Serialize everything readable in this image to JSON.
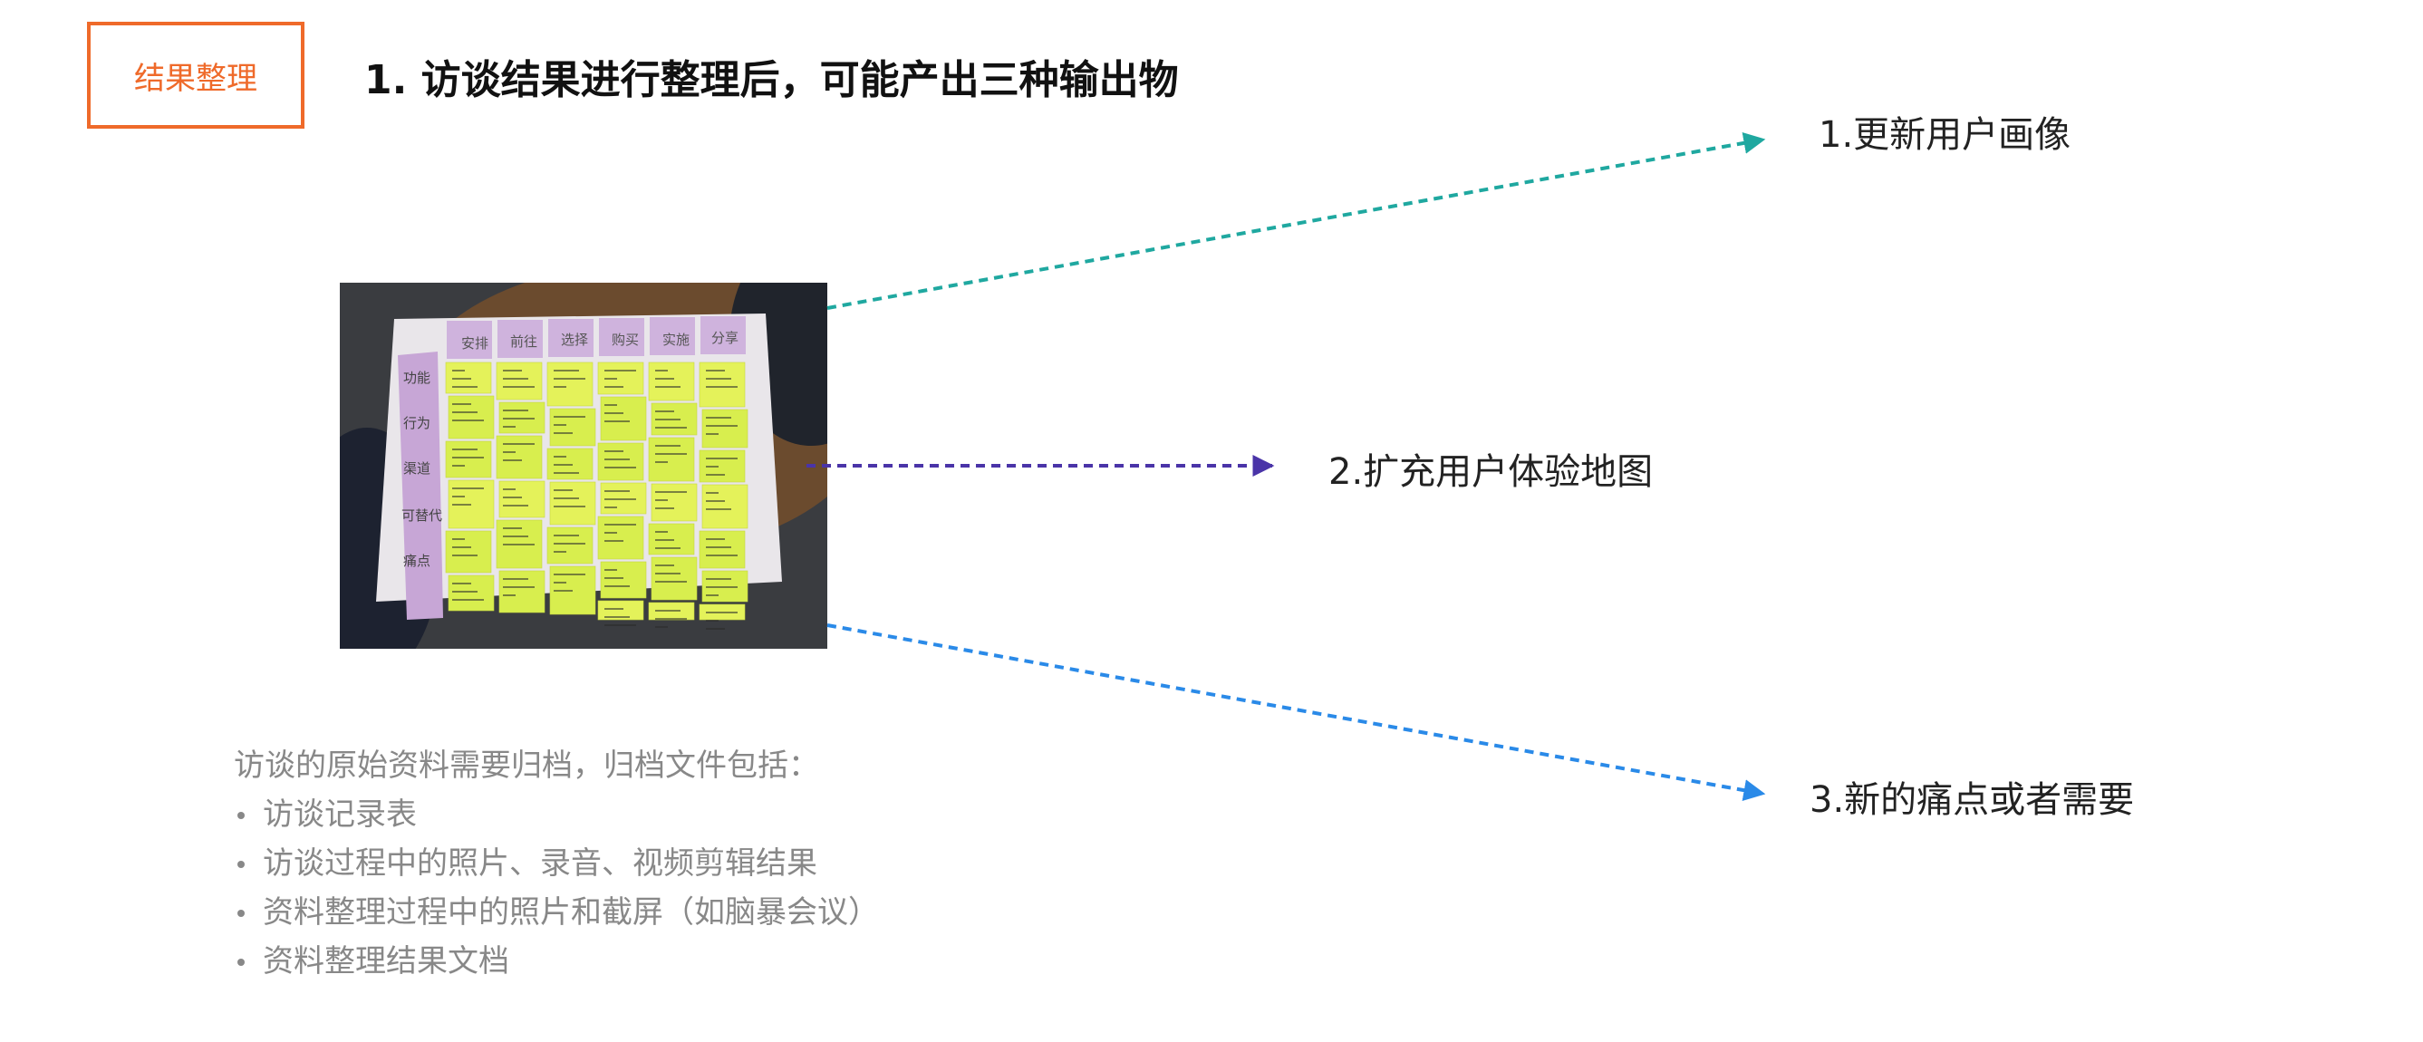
{
  "tag": {
    "label": "结果整理"
  },
  "title": "1. 访谈结果进行整理后，可能产出三种输出物",
  "photo": {
    "column_headers": [
      "安排",
      "前往",
      "选择",
      "购买",
      "实施",
      "分享"
    ],
    "row_labels": [
      "功能",
      "行为",
      "渠道",
      "可替代",
      "痛点"
    ]
  },
  "outputs": [
    {
      "label": "1.更新用户画像",
      "color": "#1fa8a0"
    },
    {
      "label": "2.扩充用户体验地图",
      "color": "#4a34a8"
    },
    {
      "label": "3.新的痛点或者需要",
      "color": "#2a8ae8"
    }
  ],
  "archive": {
    "intro": "访谈的原始资料需要归档，归档文件包括：",
    "items": [
      "访谈记录表",
      "访谈过程中的照片、录音、视频剪辑结果",
      "资料整理过程中的照片和截屏（如脑暴会议）",
      "资料整理结果文档"
    ]
  }
}
